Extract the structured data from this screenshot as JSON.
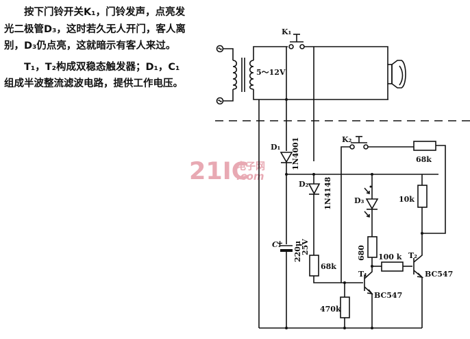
{
  "description": {
    "paragraph1": "按下门铃开关K₁，门铃发声，点亮发光二极管D₃，这时若久无人开门，客人离别，D₃仍点亮，这就暗示有客人来过。",
    "paragraph2": "T₁，T₂构成双稳态触发器；D₁，C₁组成半波整流滤波电路，提供工作电压。"
  },
  "circuit": {
    "k1": "K₁",
    "k2": "K₂",
    "transformer_voltage": "5～12V",
    "d1": "D₁",
    "d1_part": "1N4001",
    "d2": "D₂",
    "d2_part": "1N4148",
    "d3": "D₃",
    "c1": "C₁",
    "c1_value": "220μ",
    "c1_rating": "25V",
    "r_68k_top": "68k",
    "r_10k": "10k",
    "r_680": "680",
    "r_100k": "100 k",
    "r_68k": "68k",
    "r_470k": "470k",
    "t1": "T₁",
    "t2": "T₂",
    "t1_part": "BC547",
    "t2_part": "BC547"
  },
  "watermark": {
    "brand": "21IC",
    "cn": "电子网",
    "domain": ".com"
  }
}
